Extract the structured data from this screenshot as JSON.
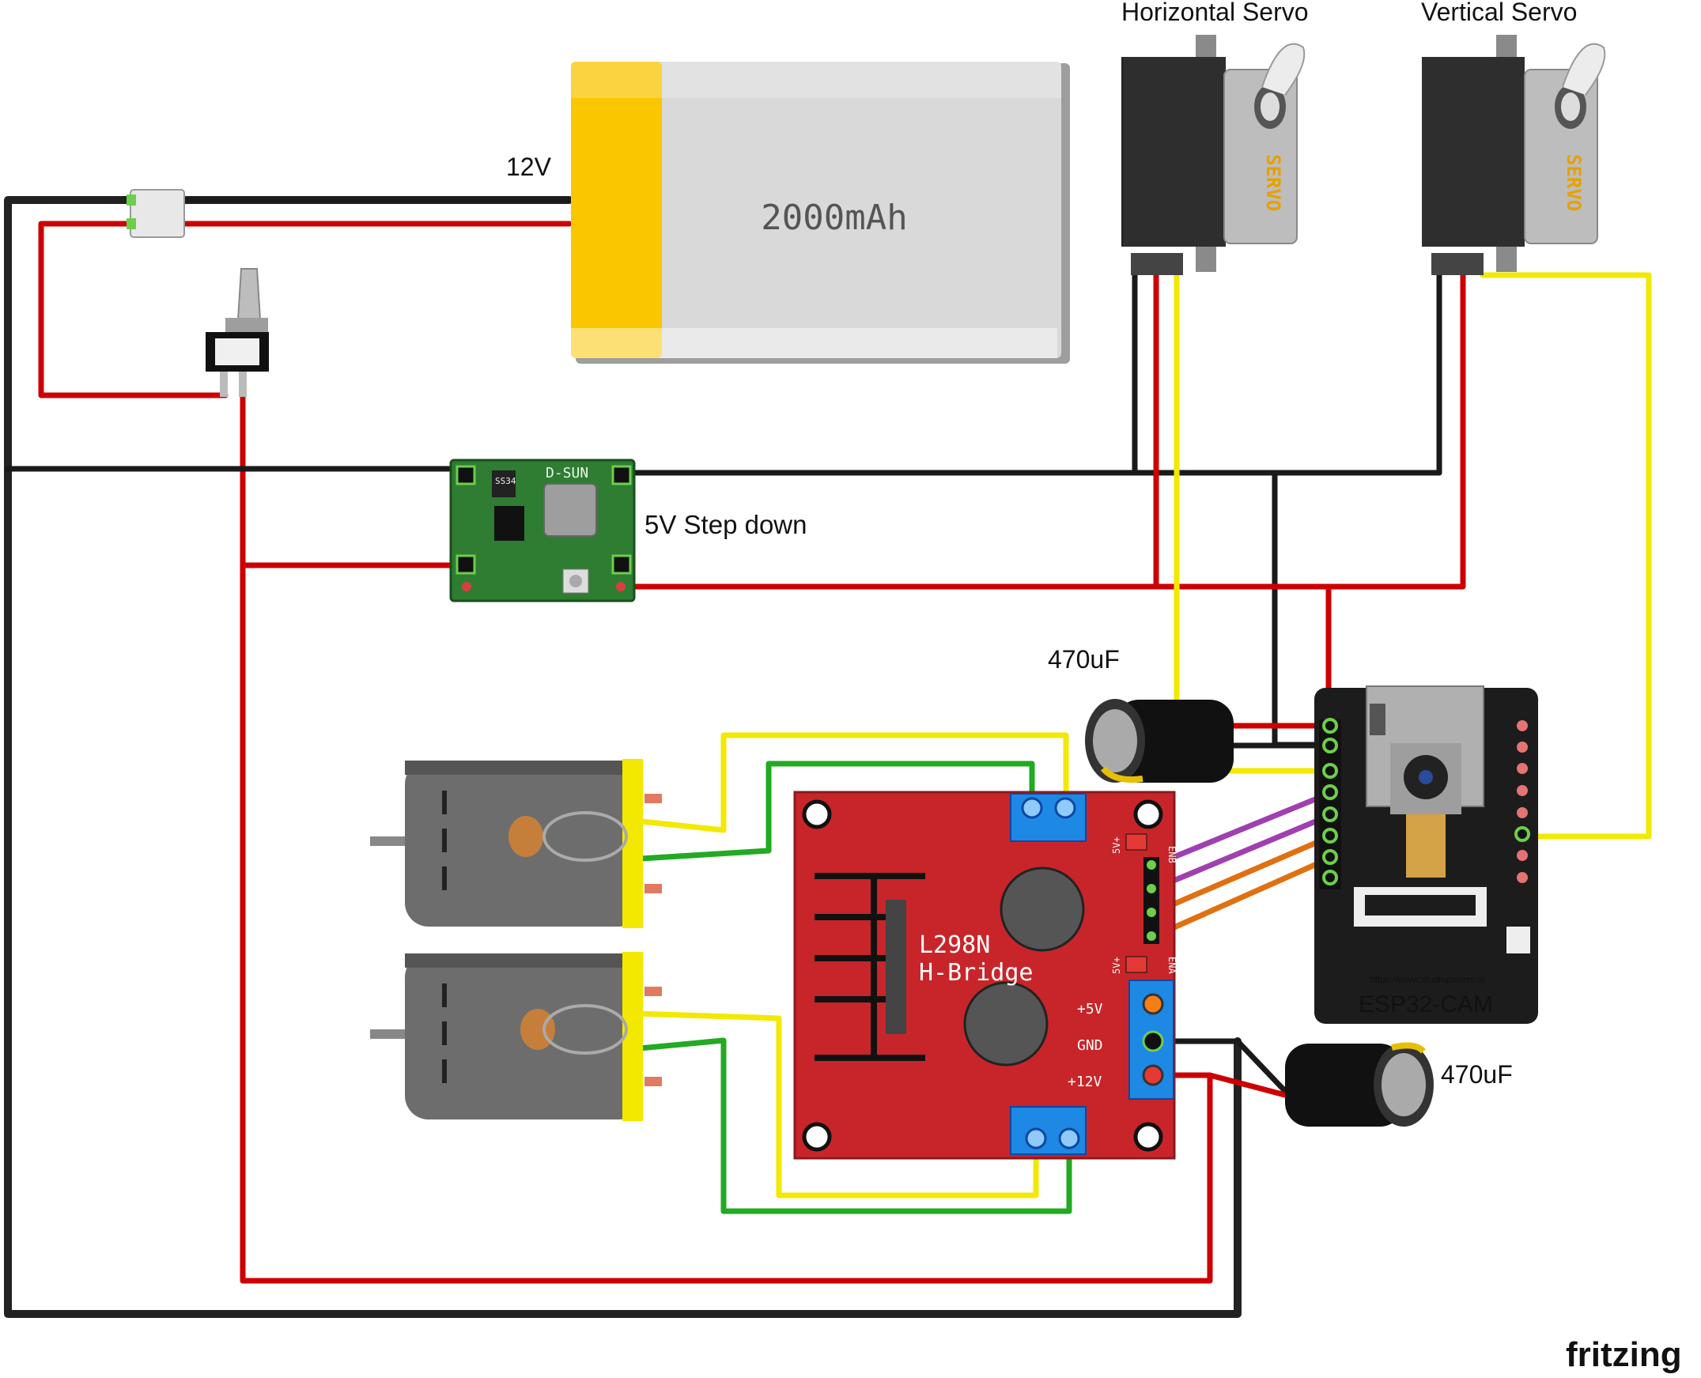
{
  "labels": {
    "horizontal_servo": "Horizontal Servo",
    "vertical_servo": "Vertical Servo",
    "battery_voltage": "12V",
    "battery_capacity": "2000mAh",
    "step_down": "5V Step down",
    "cap_top": "470uF",
    "cap_bottom": "470uF",
    "servo_body": "SERVO",
    "dsun": "D-SUN",
    "chip_code": "SS34",
    "hbridge_line1": "L298N",
    "hbridge_line2": "H-Bridge",
    "hb_pin_5v": "+5V",
    "hb_pin_gnd": "GND",
    "hb_pin_12v": "+12V",
    "hb_enb": "ENB",
    "hb_ena": "ENA",
    "hb_5vplus": "5V+",
    "esp32_url": "https://www.studiopieters.nl",
    "esp32_name": "ESP32-CAM",
    "watermark": "fritzing"
  },
  "colors": {
    "wire_black": "#1a1a1a",
    "wire_red": "#cc0000",
    "wire_yellow": "#f2e800",
    "wire_green": "#22aa22",
    "wire_purple": "#a040b0",
    "wire_orange": "#e07010",
    "battery_yellow": "#f9c600",
    "battery_gray": "#d9d9d9",
    "pcb_green": "#2e7d32",
    "hbridge_red": "#c8252a",
    "esp32_black": "#1c1c1c"
  }
}
